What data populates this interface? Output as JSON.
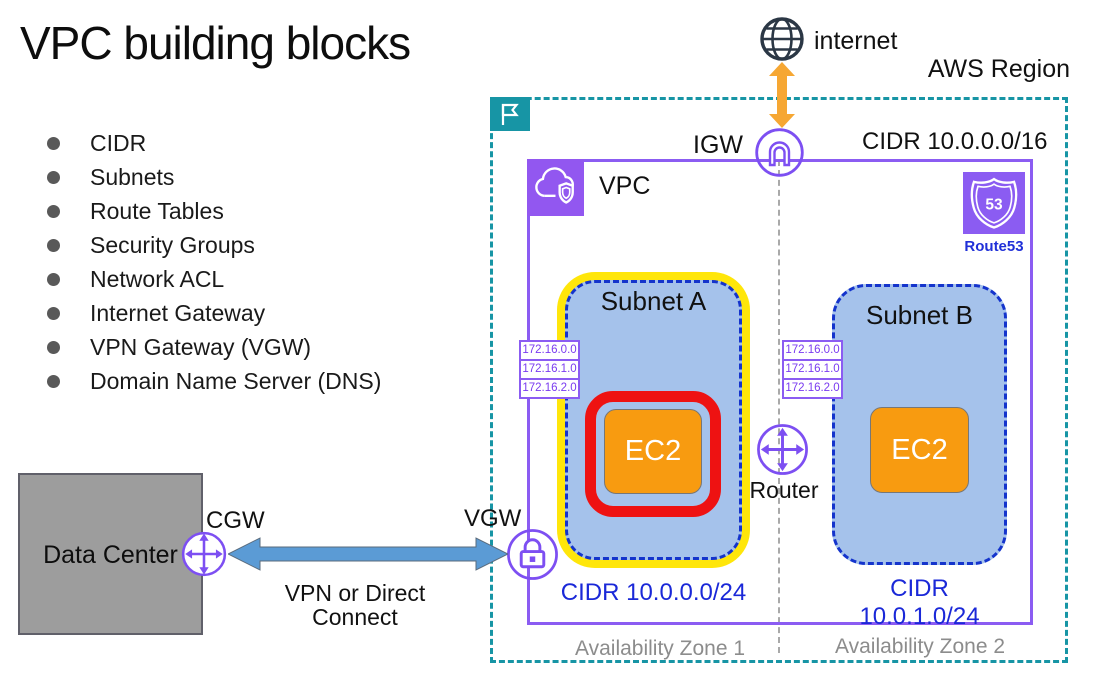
{
  "slide_title": "VPC building blocks",
  "bullets": [
    "CIDR",
    "Subnets",
    "Route Tables",
    "Security Groups",
    "Network ACL",
    "Internet Gateway",
    "VPN Gateway (VGW)",
    "Domain Name Server (DNS)"
  ],
  "internet_label": "internet",
  "aws_region_label": "AWS Region",
  "vpc_cidr_label": "CIDR 10.0.0.0/16",
  "igw_label": "IGW",
  "vpc_label": "VPC",
  "route53": {
    "badge_number": "53",
    "label": "Route53"
  },
  "subnet_a": {
    "title": "Subnet A",
    "cidr": "CIDR 10.0.0.0/24",
    "ec2_label": "EC2",
    "route_ips": [
      "172.16.0.0",
      "172.16.1.0",
      "172.16.2.0"
    ]
  },
  "subnet_b": {
    "title": "Subnet B",
    "cidr": "CIDR 10.0.1.0/24",
    "ec2_label": "EC2",
    "route_ips": [
      "172.16.0.0",
      "172.16.1.0",
      "172.16.2.0"
    ]
  },
  "router_label": "Router",
  "vgw_label": "VGW",
  "cgw_label": "CGW",
  "data_center_label": "Data Center",
  "vpn_line1": "VPN or Direct",
  "vpn_line2": "Connect",
  "availability_zones": [
    "Availability Zone 1",
    "Availability Zone 2"
  ],
  "colors": {
    "aws_purple": "#8b5cf2",
    "region_teal": "#1795a5",
    "subnet_fill_blue": "#a5c2eb",
    "subnet_border_blue": "#1434cc",
    "subnet_a_yellow": "#ffe60a",
    "security_group_red": "#ee1212",
    "ec2_orange": "#f89b10",
    "cidr_text_blue": "#1a28d8",
    "vpn_arrow_blue": "#5b9bd5",
    "internet_arrow_orange": "#f6a733",
    "data_center_gray": "#9d9d9d"
  }
}
